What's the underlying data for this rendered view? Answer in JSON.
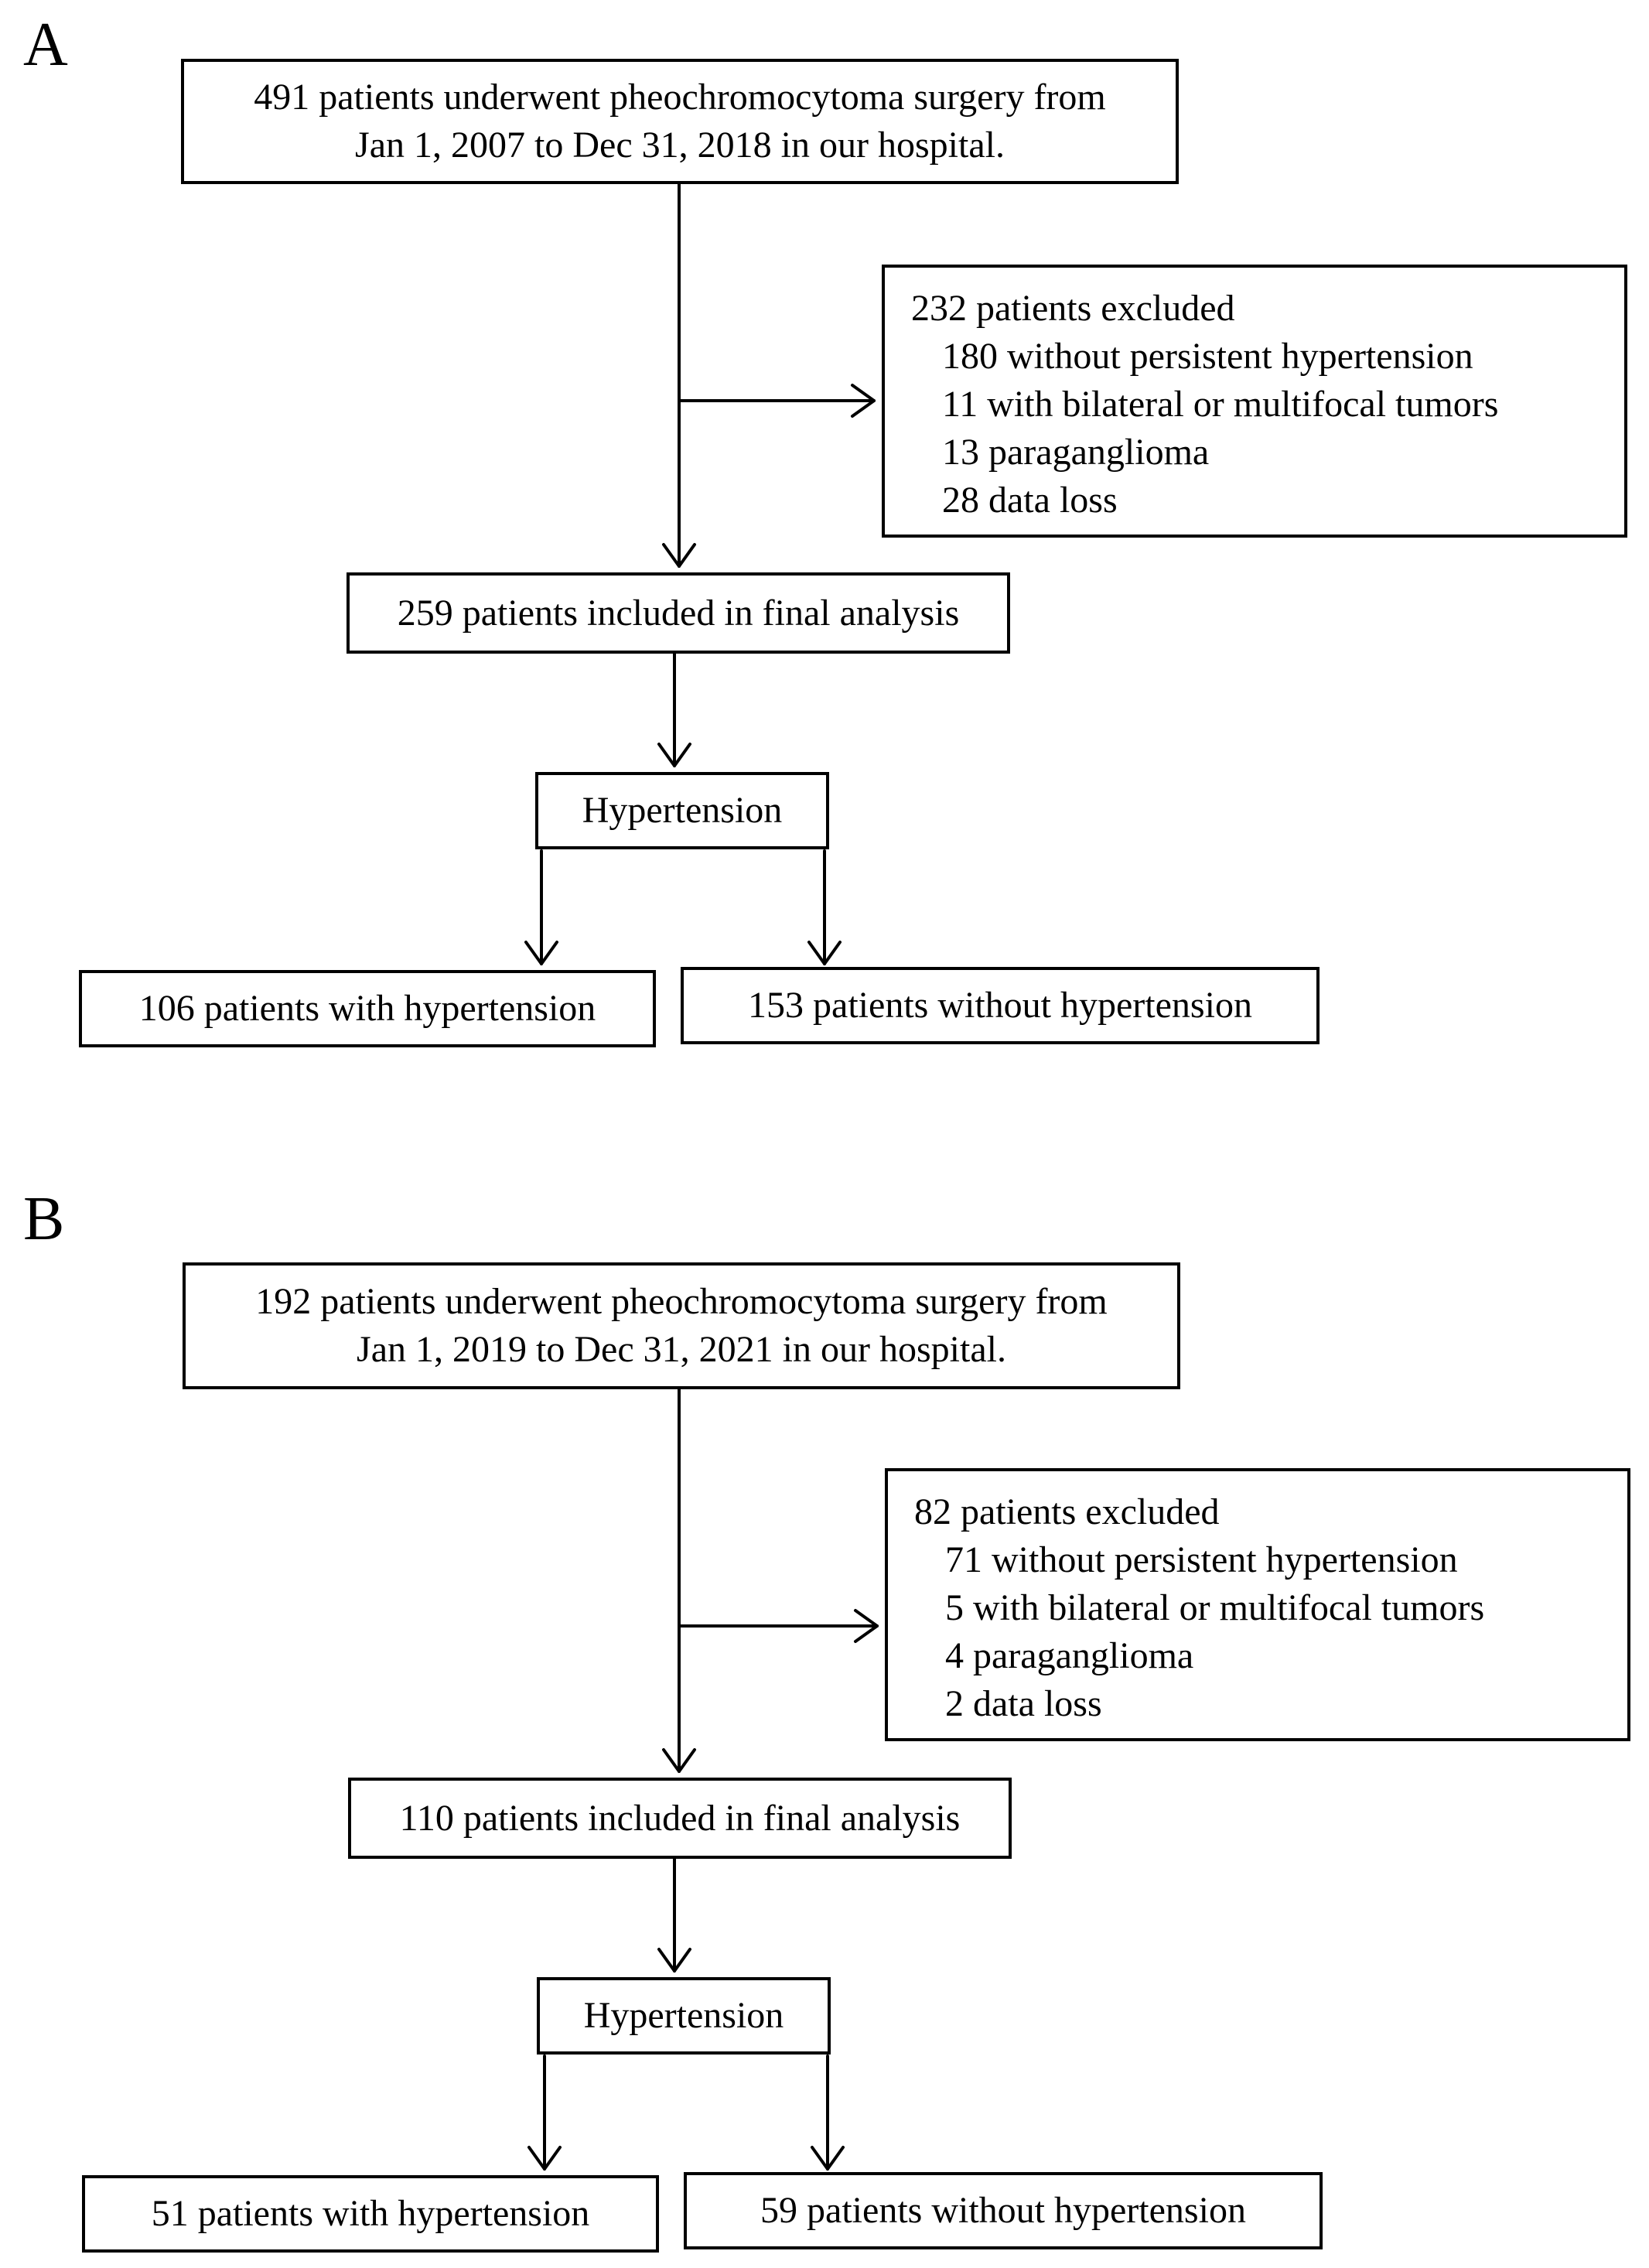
{
  "panels": [
    {
      "letter": "A",
      "source": {
        "line1": "491 patients underwent pheochromocytoma surgery from",
        "line2": "Jan 1, 2007 to Dec 31, 2018 in our hospital."
      },
      "excluded": {
        "title": "232 patients excluded",
        "items": [
          "180 without persistent hypertension",
          "11 with bilateral or multifocal tumors",
          "13 paraganglioma",
          "28 data loss"
        ]
      },
      "included": "259 patients included in final analysis",
      "split": "Hypertension",
      "with": "106 patients with hypertension",
      "without": "153 patients without hypertension"
    },
    {
      "letter": "B",
      "source": {
        "line1": "192 patients underwent pheochromocytoma surgery from",
        "line2": "Jan 1, 2019 to Dec 31, 2021 in our hospital."
      },
      "excluded": {
        "title": "82 patients excluded",
        "items": [
          "71 without persistent hypertension",
          "5 with bilateral or multifocal tumors",
          "4 paraganglioma",
          "2 data loss"
        ]
      },
      "included": "110 patients included in final analysis",
      "split": "Hypertension",
      "with": "51 patients with hypertension",
      "without": "59 patients without hypertension"
    }
  ]
}
